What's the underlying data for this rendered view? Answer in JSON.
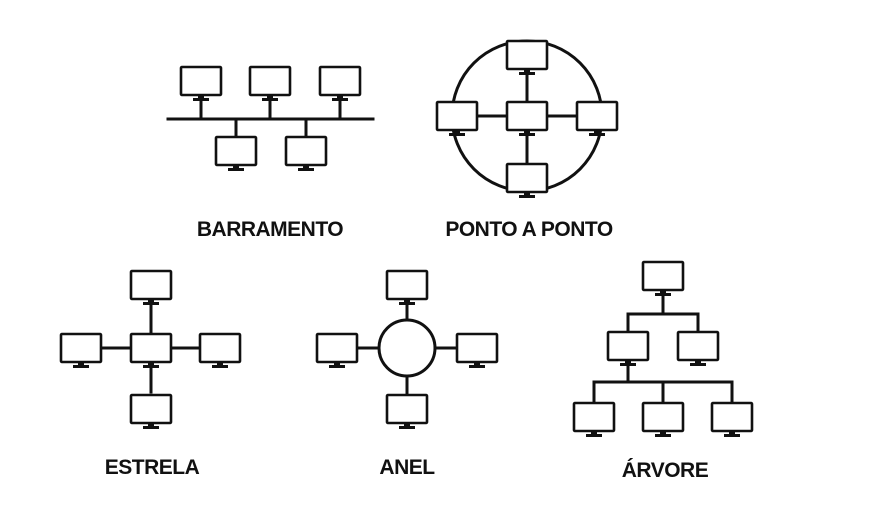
{
  "diagrams": {
    "barramento": {
      "label": "BARRAMENTO"
    },
    "ponto_a_ponto": {
      "label": "PONTO A PONTO"
    },
    "estrela": {
      "label": "ESTRELA"
    },
    "anel": {
      "label": "ANEL"
    },
    "arvore": {
      "label": "ÁRVORE"
    }
  },
  "colors": {
    "stroke": "#111111",
    "background": "#ffffff"
  },
  "icons": [
    "computer-monitor-icon"
  ]
}
